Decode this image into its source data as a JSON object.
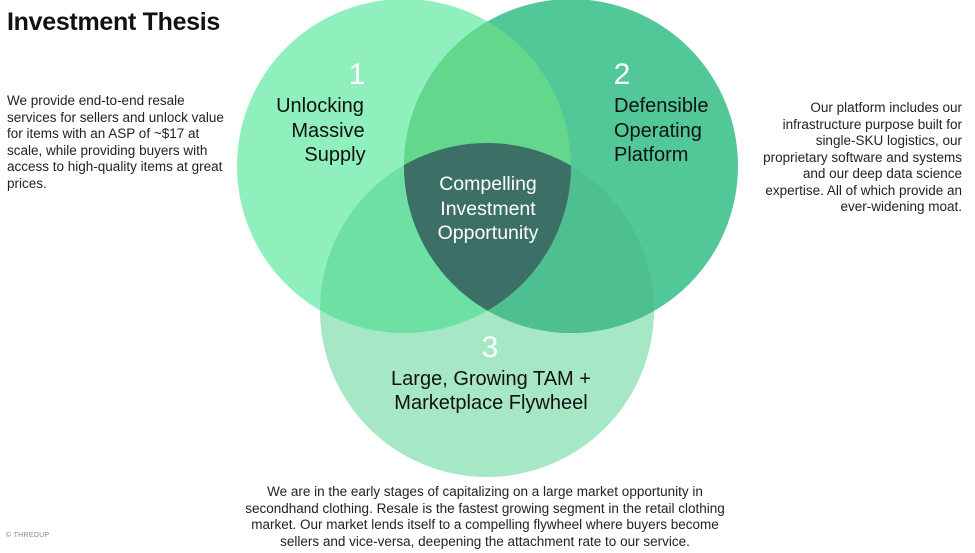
{
  "title": "Investment Thesis",
  "left_text": "We provide end-to-end resale services for sellers and unlock value for items with an ASP of ~$17 at scale, while providing buyers with access to high-quality items at great prices.",
  "right_text": "Our platform includes our infrastructure purpose built for single-SKU logistics, our proprietary software and systems and our deep data science expertise. All of which provide an ever-widening moat.",
  "bottom_text": "We are in the early stages of capitalizing on a large market opportunity in secondhand clothing. Resale is the fastest growing segment in the retail clothing market. Our market lends itself to a compelling flywheel where buyers become sellers and vice-versa, deepening the attachment rate to our service.",
  "footer": "© THREDUP",
  "venn": {
    "circles": [
      {
        "number": "1",
        "label_lines": [
          "Unlocking",
          "Massive",
          "Supply"
        ],
        "color": "#8ff0be"
      },
      {
        "number": "2",
        "label_lines": [
          "Defensible",
          "Operating",
          "Platform"
        ],
        "color": "#52c898"
      },
      {
        "number": "3",
        "label_lines": [
          "Large, Growing TAM +",
          "Marketplace Flywheel"
        ],
        "color": "#a6e8c6"
      }
    ],
    "center": {
      "label_lines": [
        "Compelling",
        "Investment",
        "Opportunity"
      ],
      "color": "#3c6f66"
    }
  }
}
